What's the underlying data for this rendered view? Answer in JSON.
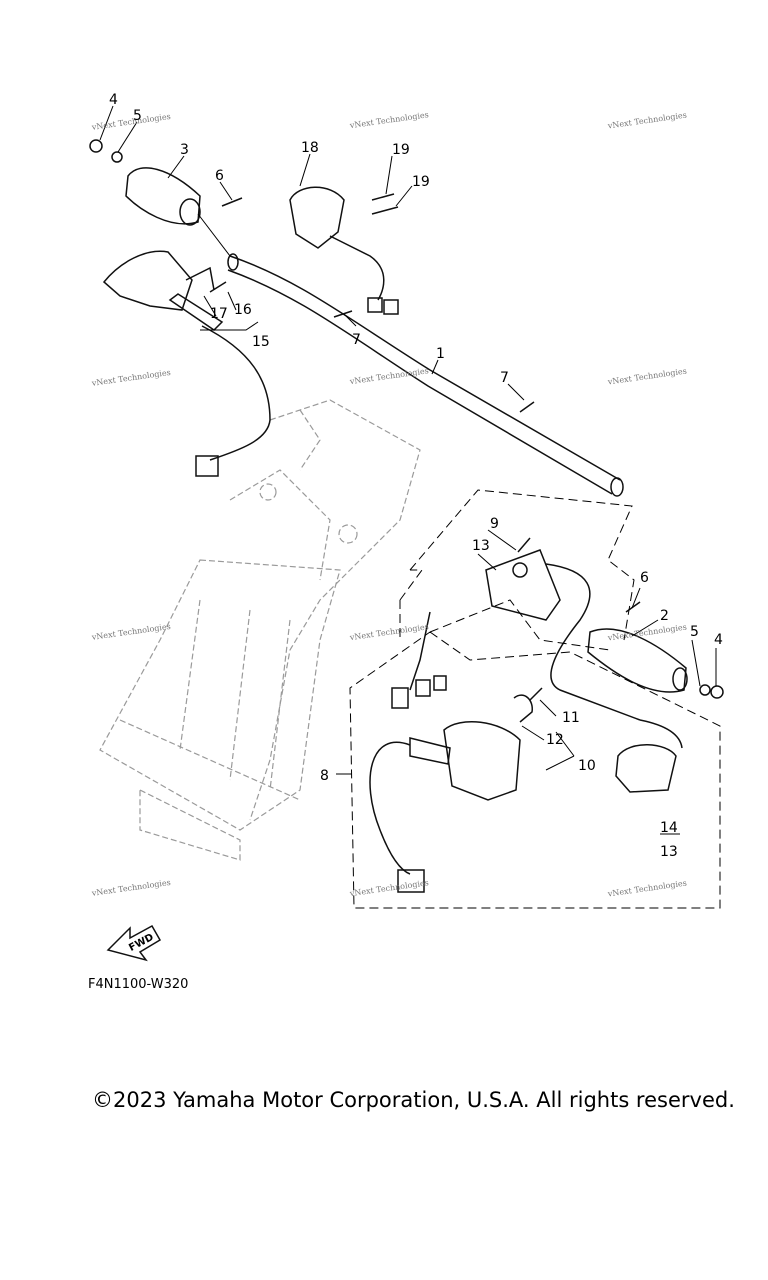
{
  "callouts": [
    "1",
    "2",
    "3",
    "4",
    "5",
    "6",
    "7",
    "8",
    "9",
    "10",
    "11",
    "12",
    "13",
    "14",
    "15",
    "16",
    "17",
    "18",
    "19"
  ],
  "watermark": "vNext Technologies",
  "fwd_label": "FWD",
  "diagram_code": "F4N1100-W320",
  "copyright": "©2023 Yamaha Motor Corporation, U.S.A. All rights reserved."
}
